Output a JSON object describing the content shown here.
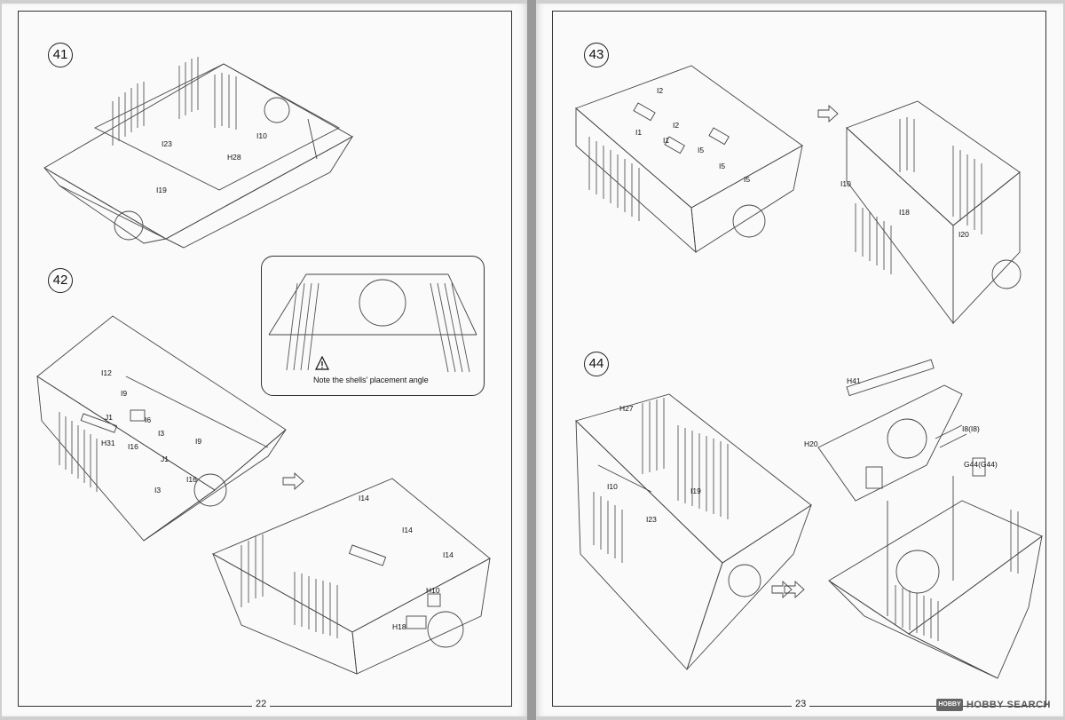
{
  "pages": {
    "left": {
      "page_number": "22"
    },
    "right": {
      "page_number": "23"
    }
  },
  "steps": {
    "s41": {
      "number": "41"
    },
    "s42": {
      "number": "42"
    },
    "s43": {
      "number": "43"
    },
    "s44": {
      "number": "44"
    }
  },
  "callout": {
    "note": "Note the shells' placement angle"
  },
  "parts": {
    "s41": [
      "I23",
      "I10",
      "H28",
      "I19"
    ],
    "s42": [
      "I12",
      "I9",
      "J1",
      "I6",
      "H31",
      "I16",
      "I3",
      "I9",
      "J1",
      "I16",
      "I3",
      "I14",
      "I14",
      "I14",
      "H10",
      "H18"
    ],
    "s43": [
      "I2",
      "I2",
      "I1",
      "I1",
      "I5",
      "I5",
      "I5",
      "I10",
      "I18",
      "I20"
    ],
    "s44": [
      "H41",
      "H27",
      "H20",
      "I8(I8)",
      "G44(G44)",
      "I10",
      "I19",
      "I23"
    ]
  },
  "watermark": {
    "logo": "HOBBY",
    "text": "HOBBY SEARCH"
  }
}
